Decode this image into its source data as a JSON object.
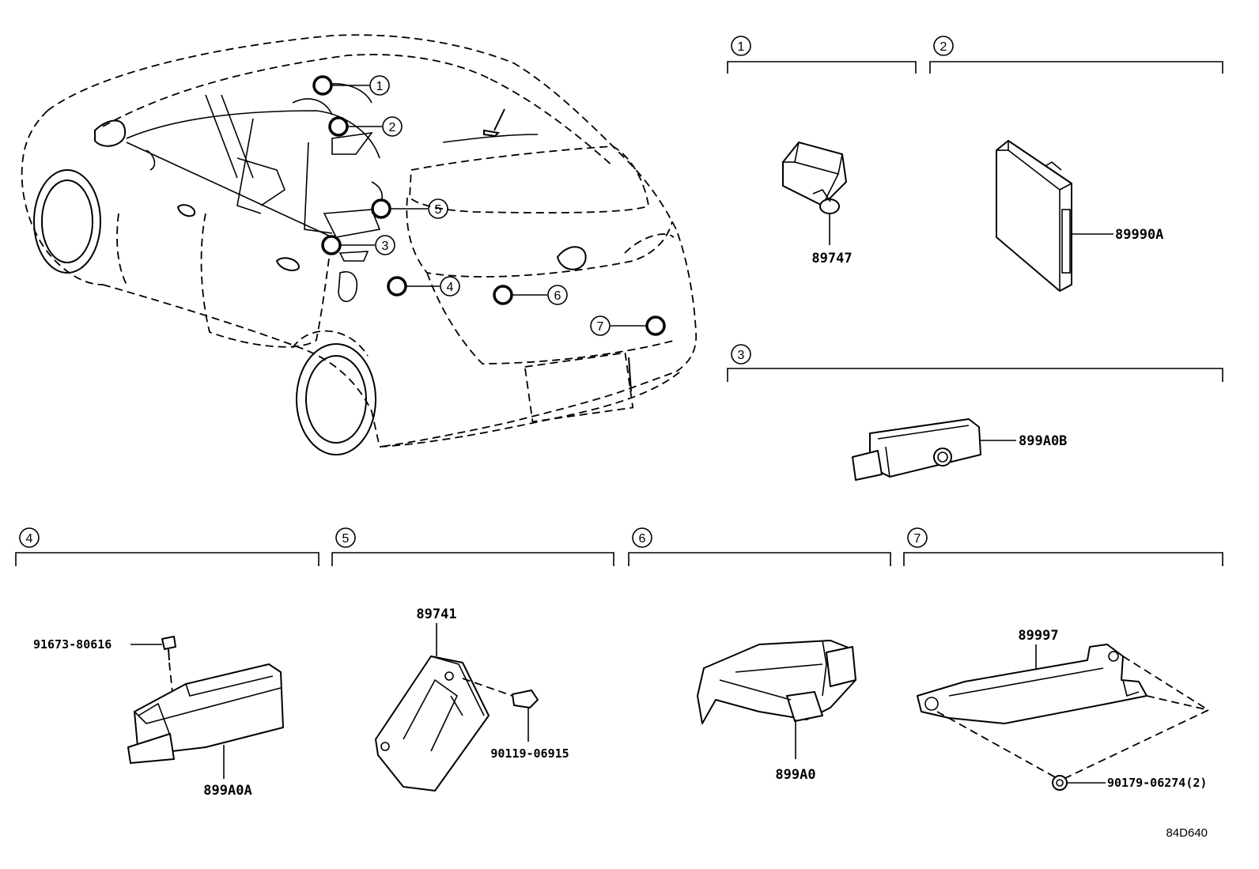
{
  "diagram": {
    "callouts": [
      "1",
      "2",
      "3",
      "4",
      "5",
      "6",
      "7"
    ],
    "sections": [
      {
        "num": "1",
        "parts": [
          "89747"
        ]
      },
      {
        "num": "2",
        "parts": [
          "89990A"
        ]
      },
      {
        "num": "3",
        "parts": [
          "899A0B"
        ]
      },
      {
        "num": "4",
        "parts": [
          "91673-80616",
          "899A0A"
        ]
      },
      {
        "num": "5",
        "parts": [
          "89741",
          "90119-06915"
        ]
      },
      {
        "num": "6",
        "parts": [
          "899A0"
        ]
      },
      {
        "num": "7",
        "parts": [
          "89997",
          "90179-06274(2)"
        ]
      }
    ],
    "drawing_code": "84D640"
  }
}
